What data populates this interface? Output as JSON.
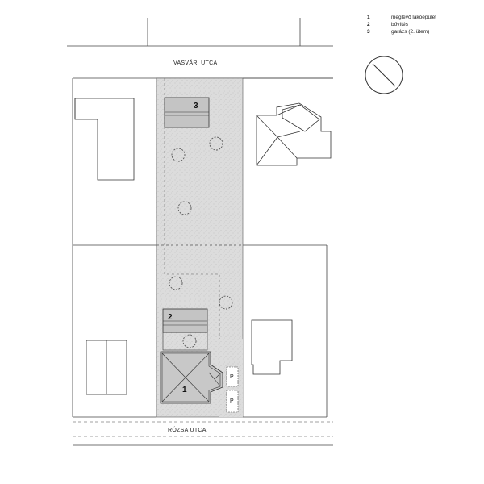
{
  "streets": {
    "north": "VASVÁRI UTCA",
    "south": "RÓZSA UTCA"
  },
  "legend": [
    {
      "number": "1",
      "label": "meglévő lakóépület"
    },
    {
      "number": "2",
      "label": "bővítés"
    },
    {
      "number": "3",
      "label": "garázs (2. ütem)"
    }
  ],
  "buildings": {
    "existing": "1",
    "extension": "2",
    "garage": "3"
  },
  "parking": {
    "label": "P"
  },
  "colors": {
    "plot_fill": "#dcdcdc",
    "building_fill": "#c4c4c4",
    "line": "#333333"
  }
}
